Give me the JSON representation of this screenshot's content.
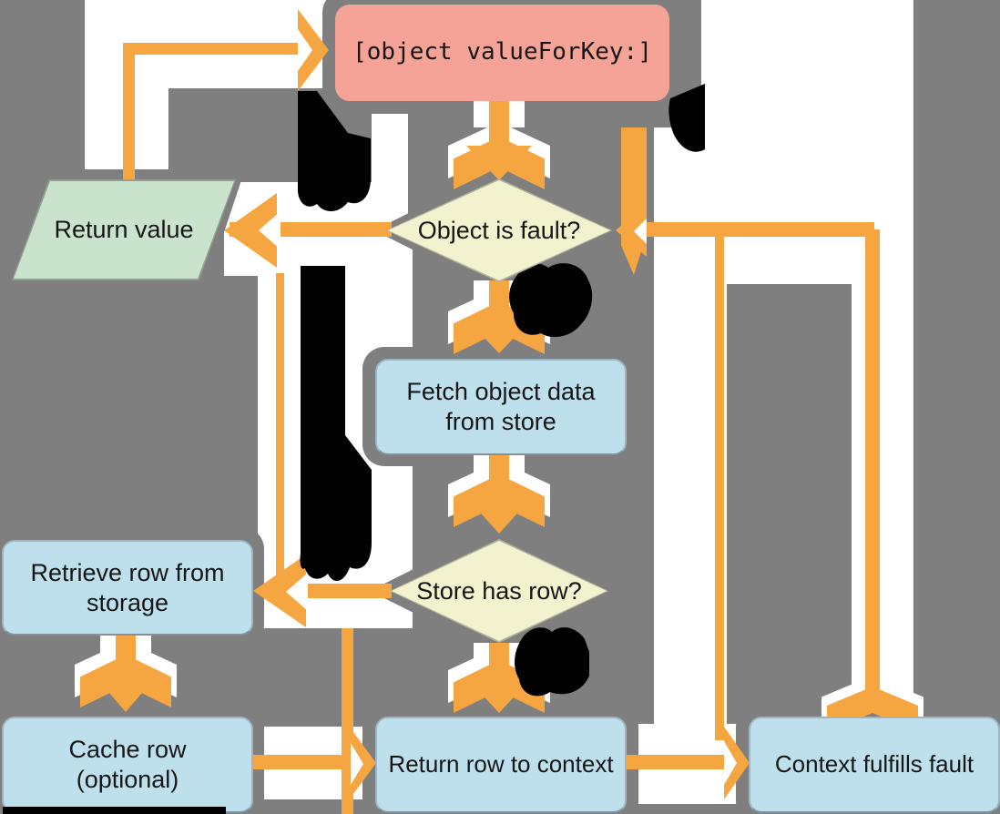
{
  "diagram": {
    "background_color": "#7f7f7f",
    "arrow_color": "#F5A640",
    "arrow_casing_color": "#ffffff",
    "nodes": {
      "value_for_key": {
        "label": "[object valueForKey:]",
        "shape": "rounded-rect",
        "color": "#F4A396",
        "text_style": "monospace"
      },
      "object_is_fault": {
        "label": "Object is fault?",
        "shape": "diamond",
        "color": "#F2F2CF"
      },
      "return_value": {
        "label": "Return value",
        "shape": "parallelogram",
        "color": "#C9E3CC"
      },
      "fetch_object_data": {
        "label": "Fetch object data from store",
        "shape": "rounded-rect",
        "color": "#BEDFEC"
      },
      "store_has_row": {
        "label": "Store has row?",
        "shape": "diamond",
        "color": "#F2F2CF"
      },
      "retrieve_row": {
        "label": "Retrieve row from storage",
        "shape": "rounded-rect",
        "color": "#BEDFEC"
      },
      "cache_row": {
        "label": "Cache row (optional)",
        "shape": "rounded-rect",
        "color": "#BEDFEC"
      },
      "return_row": {
        "label": "Return row to context",
        "shape": "rounded-rect",
        "color": "#BEDFEC"
      },
      "context_fulfills_fault": {
        "label": "Context fulfills fault",
        "shape": "rounded-rect",
        "color": "#BEDFEC"
      }
    },
    "edges": [
      {
        "from": "value_for_key",
        "to": "object_is_fault"
      },
      {
        "from": "object_is_fault",
        "to": "return_value"
      },
      {
        "from": "return_value",
        "to": "value_for_key"
      },
      {
        "from": "object_is_fault",
        "to": "fetch_object_data"
      },
      {
        "from": "fetch_object_data",
        "to": "store_has_row"
      },
      {
        "from": "store_has_row",
        "to": "retrieve_row"
      },
      {
        "from": "retrieve_row",
        "to": "cache_row"
      },
      {
        "from": "cache_row",
        "to": "return_row"
      },
      {
        "from": "store_has_row",
        "to": "return_row"
      },
      {
        "from": "return_row",
        "to": "context_fulfills_fault"
      },
      {
        "from": "context_fulfills_fault",
        "to": "object_is_fault"
      }
    ],
    "obscured_labels": {
      "count": 5,
      "rendered_as": "solid black blob glyphs (illegible branch labels)"
    }
  }
}
